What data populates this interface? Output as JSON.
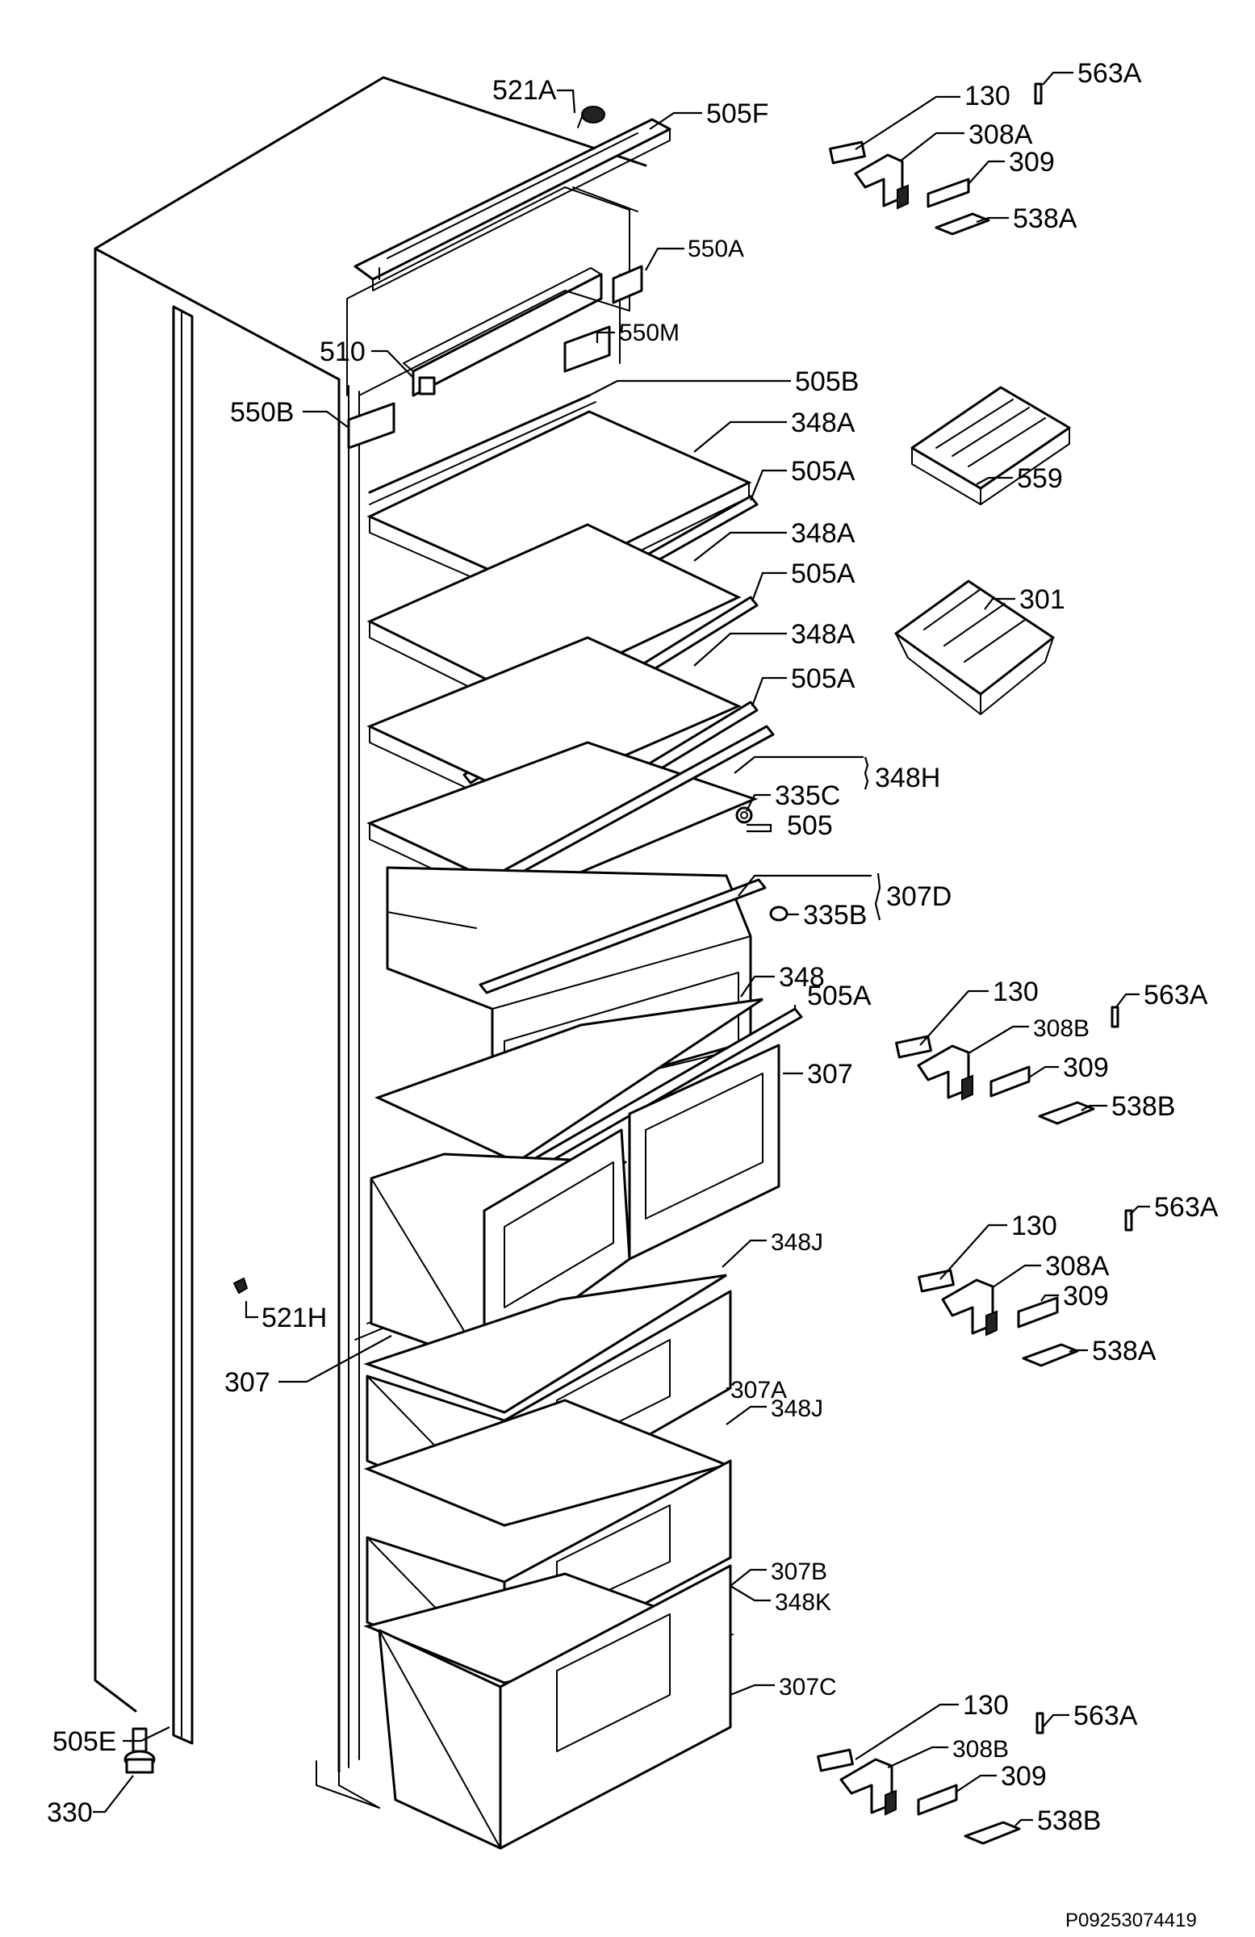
{
  "drawing_id": "P09253074419",
  "labels": {
    "l_521A_top": "521A",
    "l_505F": "505F",
    "l_130_a": "130",
    "l_563A_a": "563A",
    "l_308A_a": "308A",
    "l_309_a": "309",
    "l_538A_a": "538A",
    "l_550A": "550A",
    "l_550M": "550M",
    "l_510": "510",
    "l_550B": "550B",
    "l_505B": "505B",
    "l_348A_1": "348A",
    "l_559": "559",
    "l_505A_1": "505A",
    "l_348A_2": "348A",
    "l_505A_2": "505A",
    "l_301": "301",
    "l_348A_3": "348A",
    "l_505A_3": "505A",
    "l_348H": "348H",
    "l_335C": "335C",
    "l_505": "505",
    "l_307D": "307D",
    "l_335B": "335B",
    "l_348": "348",
    "l_505A_4": "505A",
    "l_130_b": "130",
    "l_563A_b": "563A",
    "l_308B_b": "308B",
    "l_309_b": "309",
    "l_538B_b": "538B",
    "l_307_top": "307",
    "l_348J_1": "348J",
    "l_130_c": "130",
    "l_563A_c": "563A",
    "l_308A_c": "308A",
    "l_309_c": "309",
    "l_538A_c": "538A",
    "l_521H": "521H",
    "l_307_left": "307",
    "l_307A": "307A",
    "l_348J_2": "348J",
    "l_307B": "307B",
    "l_348K": "348K",
    "l_307C": "307C",
    "l_505E": "505E",
    "l_330": "330",
    "l_130_d": "130",
    "l_563A_d": "563A",
    "l_308B_d": "308B",
    "l_309_d": "309",
    "l_538B_d": "538B"
  }
}
